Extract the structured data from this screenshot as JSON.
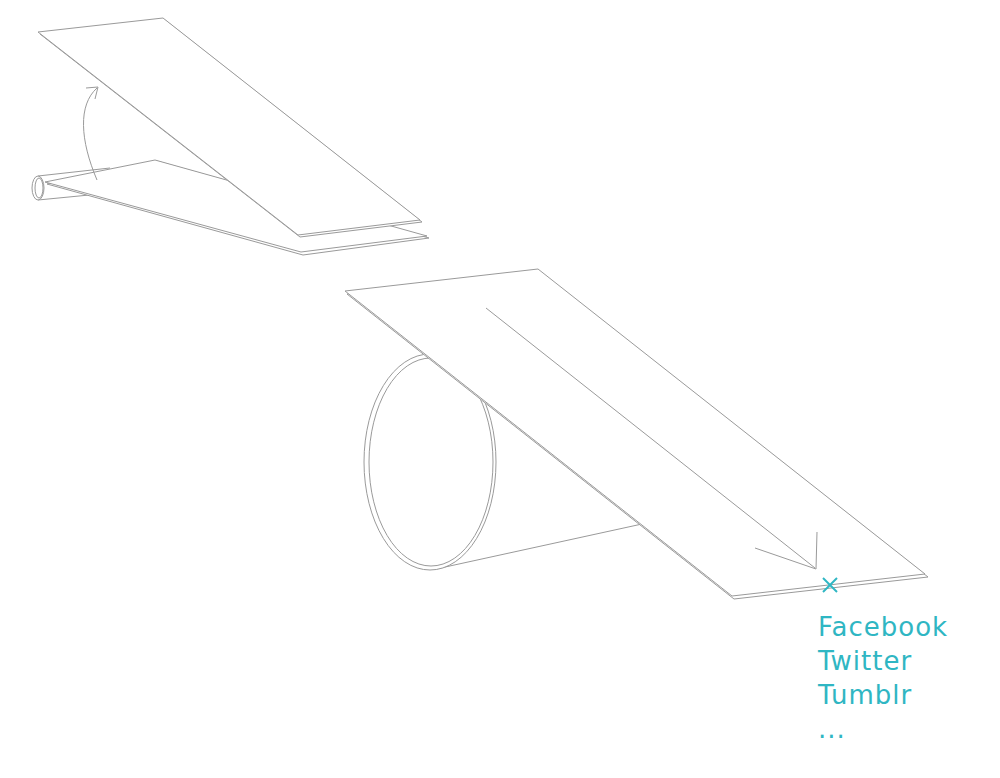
{
  "diagram": {
    "labels": [
      "Facebook",
      "Twitter",
      "Tumblr",
      "..."
    ]
  }
}
